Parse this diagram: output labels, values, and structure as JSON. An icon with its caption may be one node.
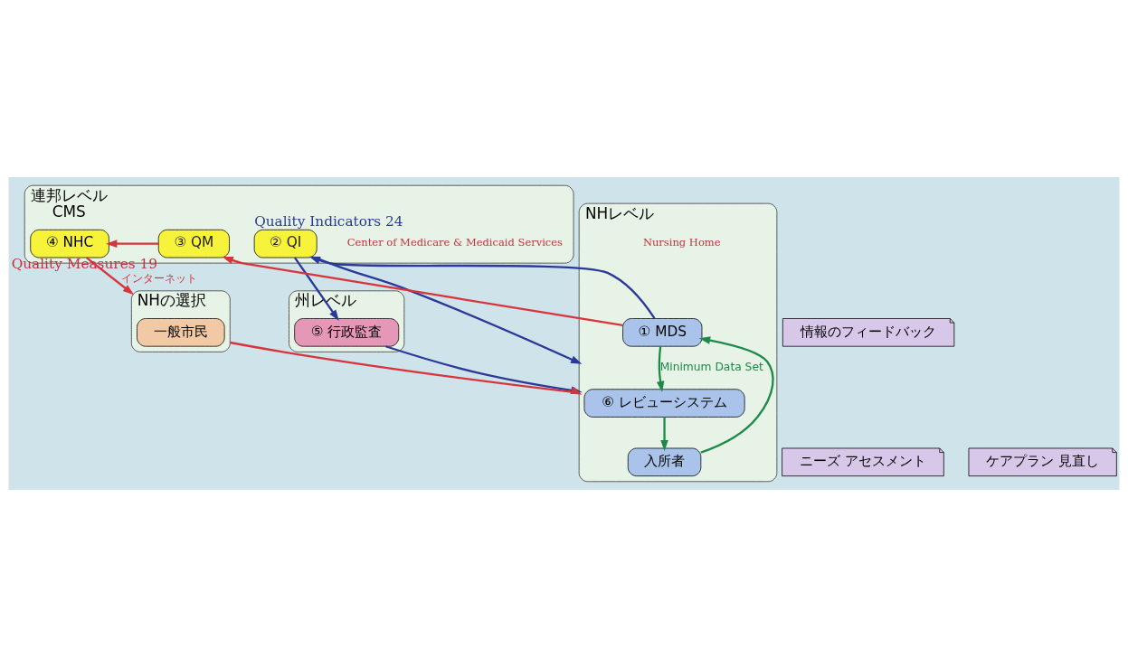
{
  "diagram": {
    "nodes": [
      {
        "text": [
          "連邦レベル",
          "CMS"
        ],
        "beside": [
          "Center of Medicare & Medicaid Services"
        ]
      },
      {
        "text": [
          "③ QM"
        ],
        "in": 0,
        "beside": [
          "Quality Measures 19"
        ]
      },
      {
        "text": [
          "④ NHC"
        ],
        "in": 0
      },
      {
        "text": [
          "② QI"
        ],
        "in": 0,
        "beside": [
          "Quality Indicators 24"
        ]
      },
      {
        "text": [
          "情報のフィードバック"
        ]
      },
      {
        "text": [
          "州レベル"
        ]
      },
      {
        "text": [
          "⑤ 行政監査"
        ],
        "in": 5
      },
      {
        "text": [
          "NHレベル"
        ],
        "beside": [
          "Nursing Home"
        ]
      },
      {
        "text": [
          "① MDS"
        ],
        "in": 7
      },
      {
        "text": [
          "⑥ レビューシステム"
        ],
        "in": 7
      },
      {
        "text": [
          "入所者"
        ],
        "in": 7
      },
      {
        "text": [
          "ニーズ アセスメント"
        ]
      },
      {
        "text": [
          "ケアプラン 見直し"
        ]
      },
      {
        "text": [
          "NHの選択"
        ]
      },
      {
        "text": [
          "一般市民"
        ],
        "in": 13
      }
    ],
    "edges": [
      {
        "from": 8,
        "to": 1,
        "arrow": "to",
        "color": "#d9343c"
      },
      {
        "from": 8,
        "to": 3,
        "arrow": "to",
        "color": "#2b3a9a"
      },
      {
        "from": 1,
        "to": 2,
        "arrow": "to",
        "color": "#d9343c"
      },
      {
        "from": 2,
        "to": 13,
        "arrow": "to",
        "label": "インターネット",
        "color": "#d9343c"
      },
      {
        "from": 3,
        "to": 6,
        "arrow": "to",
        "color": "#2b3a9a"
      },
      {
        "from": 3,
        "to": 7,
        "arrow": "to",
        "color": "#2b3a9a"
      },
      {
        "from": 6,
        "to": 7,
        "arrow": "to",
        "color": "#2b3a9a"
      },
      {
        "from": 13,
        "to": 7,
        "arrow": "to",
        "color": "#d9343c"
      },
      {
        "from": 8,
        "to": 9,
        "arrow": "to",
        "label": "Minimum Data Set",
        "color": "#1e8a4a"
      },
      {
        "from": 9,
        "to": 10,
        "arrow": "to",
        "color": "#1e8a4a"
      },
      {
        "from": 10,
        "to": 8,
        "arrow": "to",
        "color": "#1e8a4a"
      }
    ]
  }
}
